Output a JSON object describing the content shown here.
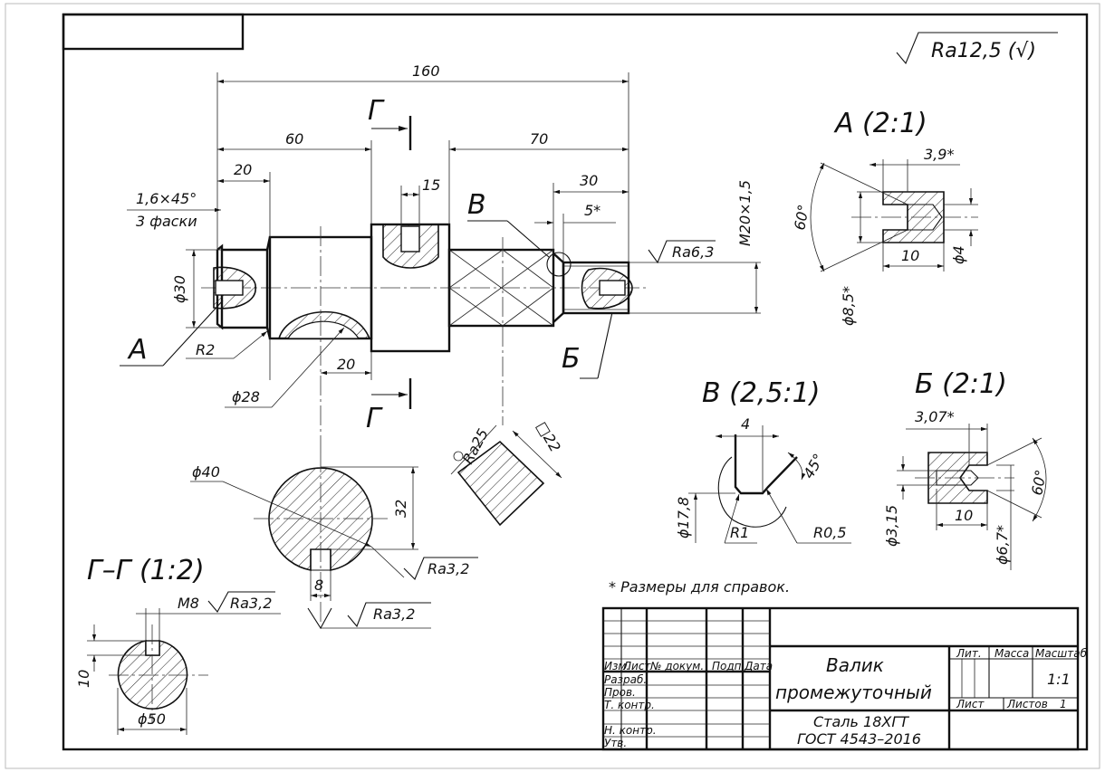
{
  "roughness_general": "Ra12,5 (√)",
  "dims": {
    "d160": "160",
    "d60": "60",
    "d70": "70",
    "d20a": "20",
    "d15": "15",
    "d30": "30",
    "d5": "5*",
    "d20b": "20",
    "chamfer": "1,6×45°",
    "chamfer_note": "3 фаски",
    "phi30": "ϕ30",
    "phi28": "ϕ28",
    "r2": "R2",
    "m20": "M20×1,5",
    "ra63": "Ra6,3"
  },
  "section_marks": {
    "g_top": "Г",
    "g_bottom": "Г",
    "a": "А",
    "b": "Б",
    "v": "В"
  },
  "views": {
    "a": {
      "title": "А (2:1)",
      "d39": "3,9*",
      "deg60": "60°",
      "d10": "10",
      "phi4": "ϕ4",
      "phi85": "ϕ8,5*"
    },
    "v": {
      "title": "В (2,5:1)",
      "d4": "4",
      "d45": "45°",
      "phi178": "ϕ17,8",
      "r1": "R1",
      "r05": "R0,5"
    },
    "b": {
      "title": "Б (2:1)",
      "d307": "3,07*",
      "deg60": "60°",
      "d10": "10",
      "phi315": "ϕ3,15",
      "phi67": "ϕ6,7*"
    },
    "square": {
      "ra25": "Ra25",
      "sq22": "□22"
    },
    "key_section": {
      "phi40": "ϕ40",
      "d32": "32",
      "d8": "8",
      "ra32a": "Ra3,2",
      "ra32b": "Ra3,2"
    },
    "gg": {
      "title": "Г–Г (1:2)",
      "m8": "M8",
      "ra32": "Ra3,2",
      "d10": "10",
      "phi50": "ϕ50"
    }
  },
  "note": "* Размеры для справок.",
  "title_block": {
    "headers": [
      "Изм.",
      "Лист",
      "№ докум.",
      "Подп.",
      "Дата"
    ],
    "rows": [
      "Разраб.",
      "Пров.",
      "Т. контр.",
      "",
      "Н. контр.",
      "Утв."
    ],
    "name_line1": "Валик",
    "name_line2": "промежуточный",
    "material_line1": "Сталь 18ХГТ",
    "material_line2": "ГОСТ 4543–2016",
    "lit": "Лит.",
    "mass": "Масса",
    "scale": "Масштаб",
    "scale_value": "1:1",
    "sheet": "Лист",
    "sheets": "Листов",
    "sheets_value": "1"
  }
}
